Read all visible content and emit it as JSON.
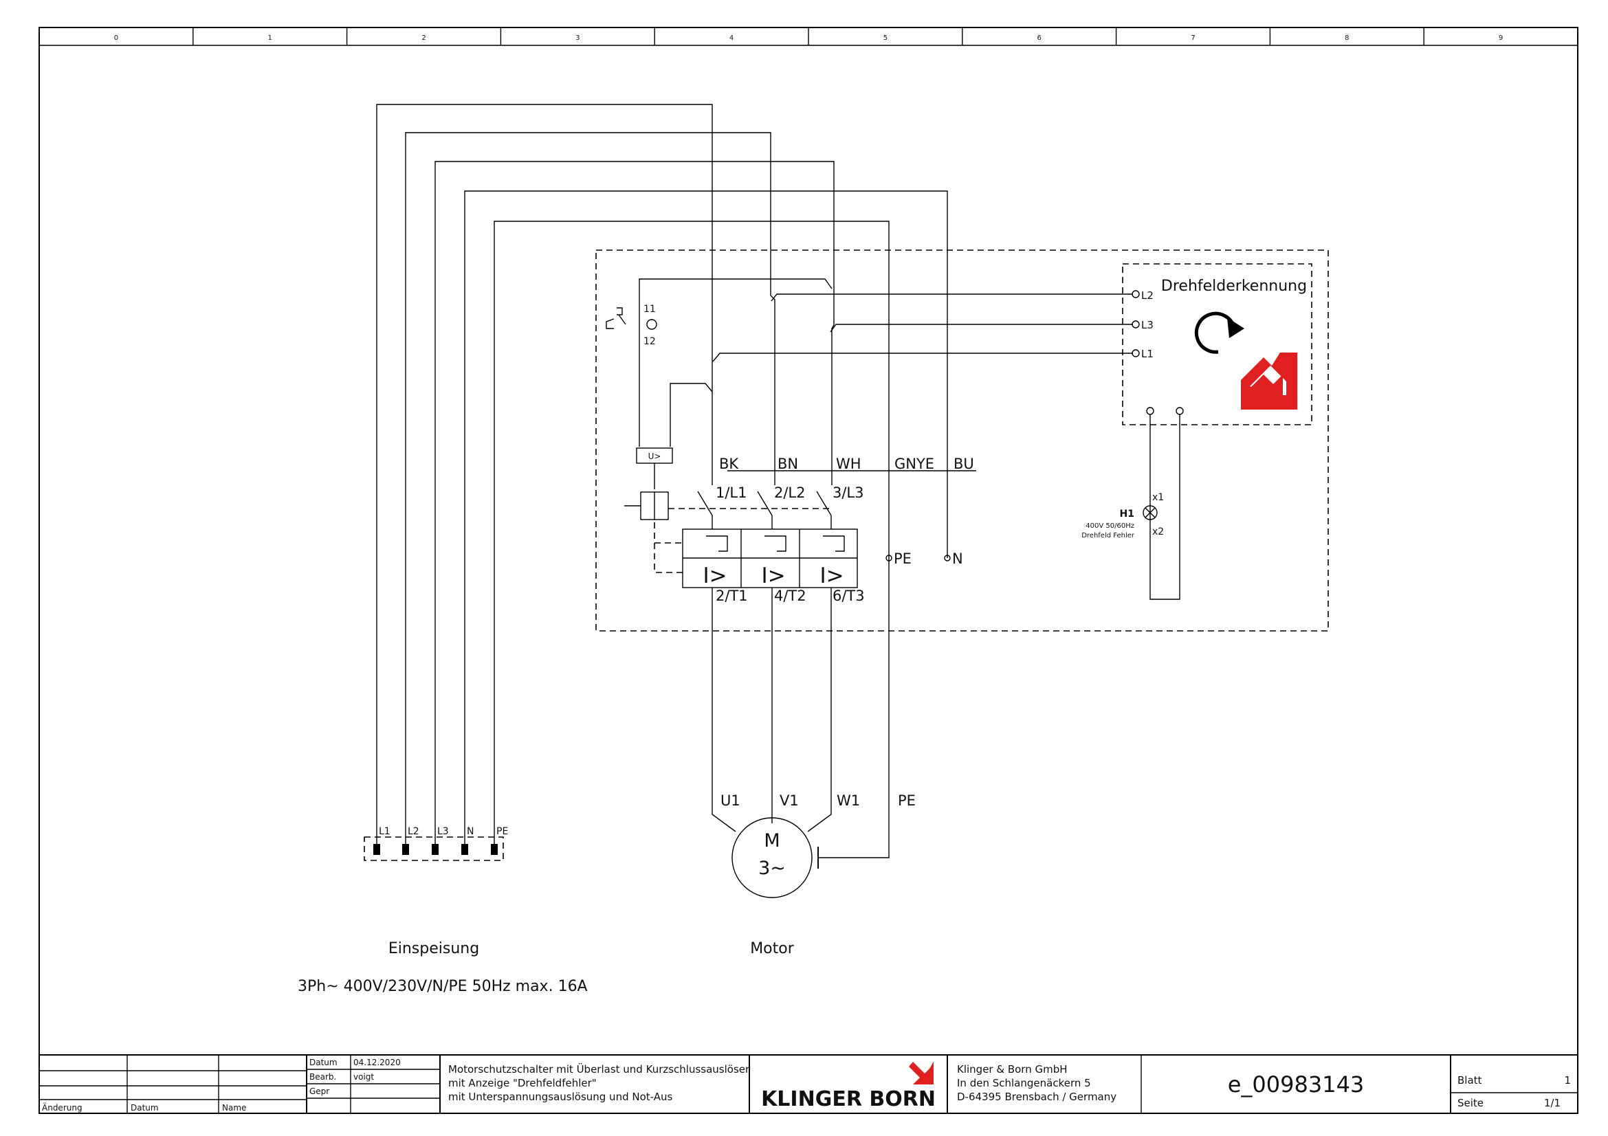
{
  "ruler": {
    "columns": [
      "0",
      "1",
      "2",
      "3",
      "4",
      "5",
      "6",
      "7",
      "8",
      "9"
    ]
  },
  "wires": {
    "supply_labels": [
      "BK",
      "BN",
      "WH",
      "GNYE",
      "BU"
    ],
    "breaker_inputs": [
      "1/L1",
      "2/L2",
      "3/L3"
    ],
    "breaker_outputs": [
      "2/T1",
      "4/T2",
      "6/T3"
    ],
    "trip_label": "I>",
    "undervoltage_label": "U>",
    "contact_top": "11",
    "contact_bottom": "12",
    "pe_label": "PE",
    "n_label": "N"
  },
  "phase_detector": {
    "title": "Drehfelderkennung",
    "terminals": [
      "L2",
      "L3",
      "L1"
    ]
  },
  "lamp": {
    "id": "H1",
    "spec": "400V 50/60Hz",
    "desc": "Drehfeld Fehler",
    "x1": "x1",
    "x2": "x2"
  },
  "terminal_block": {
    "labels": [
      "L1",
      "L2",
      "L3",
      "N",
      "PE"
    ]
  },
  "motor": {
    "terminals": [
      "U1",
      "V1",
      "W1",
      "PE"
    ],
    "symbol_top": "M",
    "symbol_bottom": "3~"
  },
  "captions": {
    "supply": "Einspeisung",
    "motor": "Motor",
    "spec": "3Ph~ 400V/230V/N/PE 50Hz max. 16A"
  },
  "title_block": {
    "rev_cols": [
      "Änderung",
      "Datum",
      "Name"
    ],
    "datum_label": "Datum",
    "datum_value": "04.12.2020",
    "bearb_label": "Bearb.",
    "bearb_value": "voigt",
    "gepr_label": "Gepr",
    "description": [
      "Motorschutzschalter mit Überlast und Kurzschlussauslöser",
      "mit Anzeige \"Drehfeldfehler\"",
      "mit Unterspannungsauslösung und Not-Aus"
    ],
    "company_logo": "KLINGER BORN",
    "address": [
      "Klinger & Born GmbH",
      "In den Schlangenäckern 5",
      "D-64395 Brensbach / Germany"
    ],
    "drawing_number": "e_00983143",
    "blatt_label": "Blatt",
    "blatt_value": "1",
    "seite_label": "Seite",
    "seite_value": "1/1"
  },
  "colors": {
    "accent": "#e02020"
  }
}
